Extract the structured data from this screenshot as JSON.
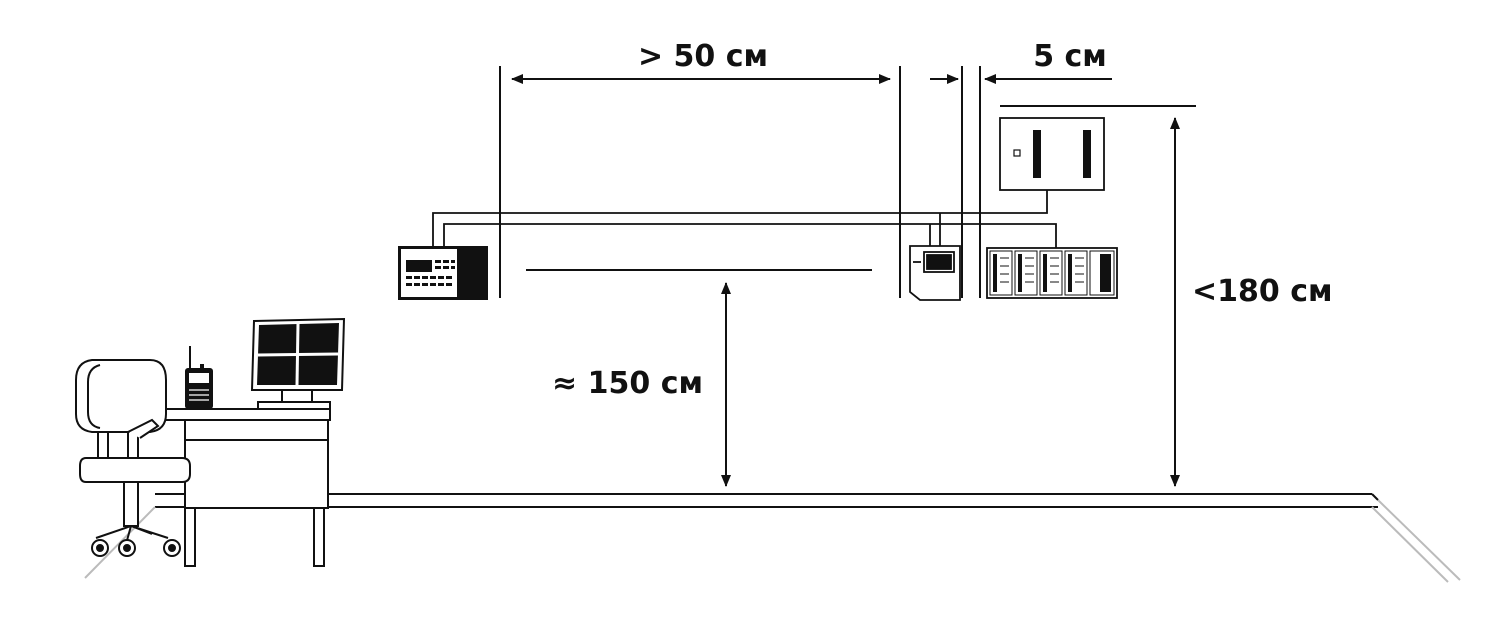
{
  "labels": {
    "dist_between_devices": "> 50 см",
    "gap_small": "5 см",
    "height_keypad": "≈ 150 см",
    "height_panel_max": "<180 см"
  },
  "colors": {
    "line": "#111111",
    "background": "#ffffff",
    "faint_edge": "#cccccc"
  },
  "icons": {
    "keypad": "control-keypad-icon",
    "controller_box": "controller-box-icon",
    "power_supply": "power-supply-cabinet-icon",
    "expansion_panel": "expansion-module-panel-icon",
    "workstation": "computer-monitor-icon",
    "chair": "office-chair-icon",
    "radio": "portable-radio-icon"
  }
}
